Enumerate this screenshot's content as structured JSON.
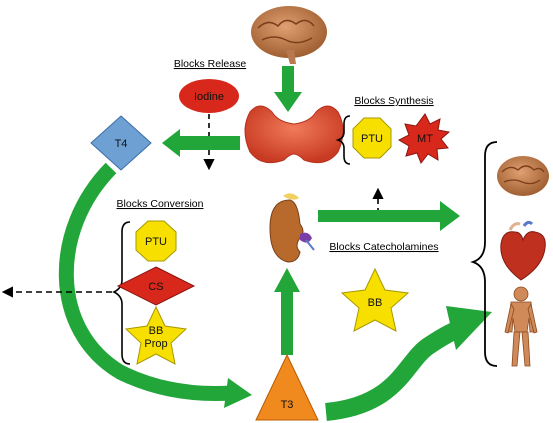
{
  "headings": {
    "blocks_release": "Blocks Release",
    "blocks_synthesis": "Blocks Synthesis",
    "blocks_conversion": "Blocks Conversion",
    "blocks_catecholamines": "Blocks Catecholamines"
  },
  "nodes": {
    "iodine": "Iodine",
    "t4": "T4",
    "t3": "T3",
    "ptu_synthesis": "PTU",
    "mt": "MT",
    "ptu_conversion": "PTU",
    "cs": "CS",
    "bb_prop_line1": "BB",
    "bb_prop_line2": "Prop",
    "bb_catecholamines": "BB"
  },
  "colors": {
    "arrow_green": "#22a63a",
    "iodine_red": "#d8281c",
    "t4_blue": "#6ea0d4",
    "t3_orange": "#f08a1f",
    "ptu_yellow": "#f7e000",
    "mt_red": "#d8281c",
    "cs_red": "#d8281c",
    "bb_yellow": "#f7e000"
  },
  "icons": [
    "brain-icon",
    "thyroid-icon",
    "adrenal-kidney-icon",
    "target-brain-icon",
    "heart-icon",
    "human-body-icon"
  ]
}
